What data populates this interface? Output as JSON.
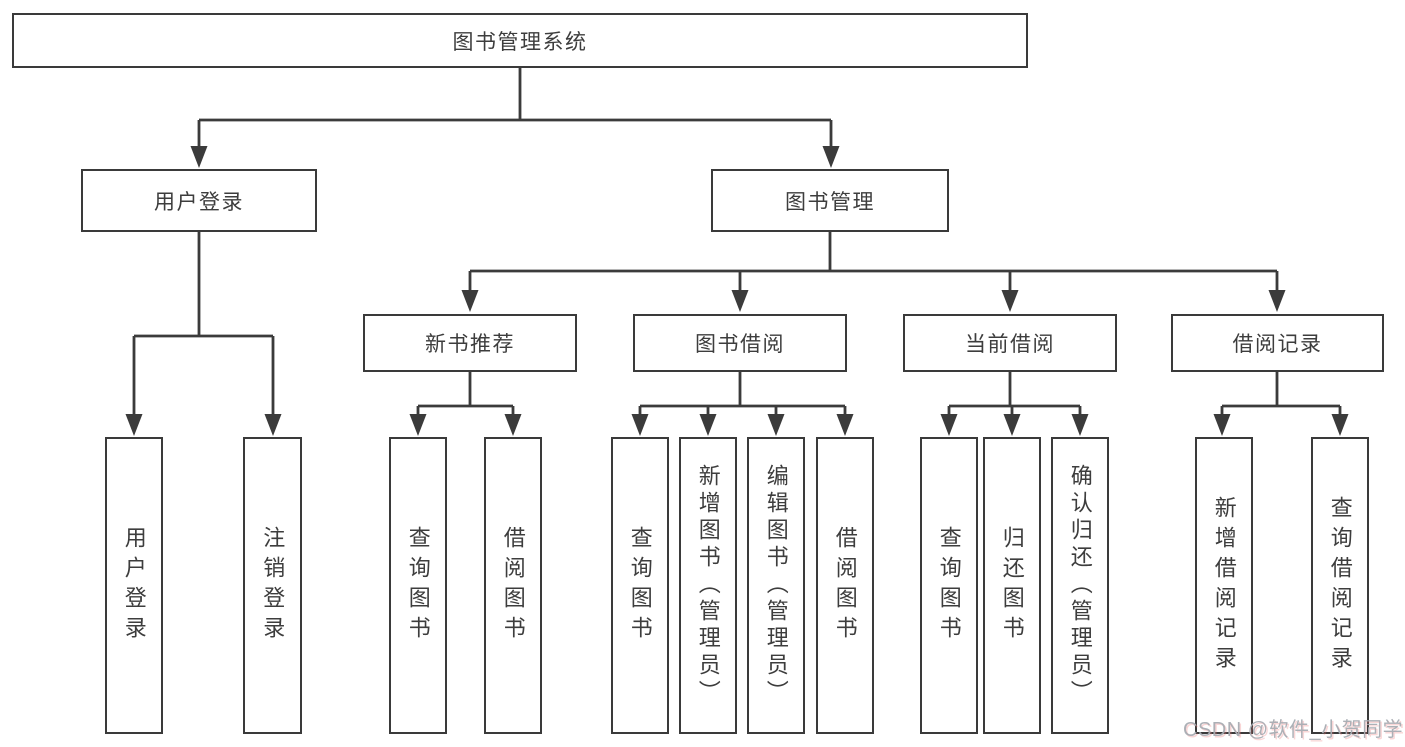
{
  "diagram": {
    "type": "hierarchy-tree",
    "title": "图书管理系统",
    "nodes": {
      "root": {
        "label": "图书管理系统"
      },
      "user_login": {
        "label": "用户登录"
      },
      "book_management": {
        "label": "图书管理"
      },
      "new_book_recommend": {
        "label": "新书推荐"
      },
      "book_borrowing": {
        "label": "图书借阅"
      },
      "current_borrowing": {
        "label": "当前借阅"
      },
      "borrow_records": {
        "label": "借阅记录"
      },
      "leaf_user_login": {
        "label": "用户登录"
      },
      "leaf_logout": {
        "label": "注销登录"
      },
      "rec_query_book": {
        "label": "查询图书"
      },
      "rec_borrow_book": {
        "label": "借阅图书"
      },
      "bb_query_book": {
        "label": "查询图书"
      },
      "bb_add_book": {
        "label": "新增图书（管理员）"
      },
      "bb_edit_book": {
        "label": "编辑图书（管理员）"
      },
      "bb_borrow_book": {
        "label": "借阅图书"
      },
      "cb_query_book": {
        "label": "查询图书"
      },
      "cb_return_book": {
        "label": "归还图书"
      },
      "cb_confirm_return": {
        "label": "确认归还（管理员）"
      },
      "br_add_record": {
        "label": "新增借阅记录"
      },
      "br_query_record": {
        "label": "查询借阅记录"
      }
    },
    "edges": [
      [
        "root",
        "user_login"
      ],
      [
        "root",
        "book_management"
      ],
      [
        "user_login",
        "leaf_user_login"
      ],
      [
        "user_login",
        "leaf_logout"
      ],
      [
        "book_management",
        "new_book_recommend"
      ],
      [
        "book_management",
        "book_borrowing"
      ],
      [
        "book_management",
        "current_borrowing"
      ],
      [
        "book_management",
        "borrow_records"
      ],
      [
        "new_book_recommend",
        "rec_query_book"
      ],
      [
        "new_book_recommend",
        "rec_borrow_book"
      ],
      [
        "book_borrowing",
        "bb_query_book"
      ],
      [
        "book_borrowing",
        "bb_add_book"
      ],
      [
        "book_borrowing",
        "bb_edit_book"
      ],
      [
        "book_borrowing",
        "bb_borrow_book"
      ],
      [
        "current_borrowing",
        "cb_query_book"
      ],
      [
        "current_borrowing",
        "cb_return_book"
      ],
      [
        "current_borrowing",
        "cb_confirm_return"
      ],
      [
        "borrow_records",
        "br_add_record"
      ],
      [
        "borrow_records",
        "br_query_record"
      ]
    ],
    "colors": {
      "line": "#3b3b3b",
      "box_border": "#3a3a3a",
      "text": "#3d3d3d",
      "background": "#ffffff",
      "watermark": "#a8acb2"
    },
    "watermark": "CSDN @软件_小贺同学"
  }
}
